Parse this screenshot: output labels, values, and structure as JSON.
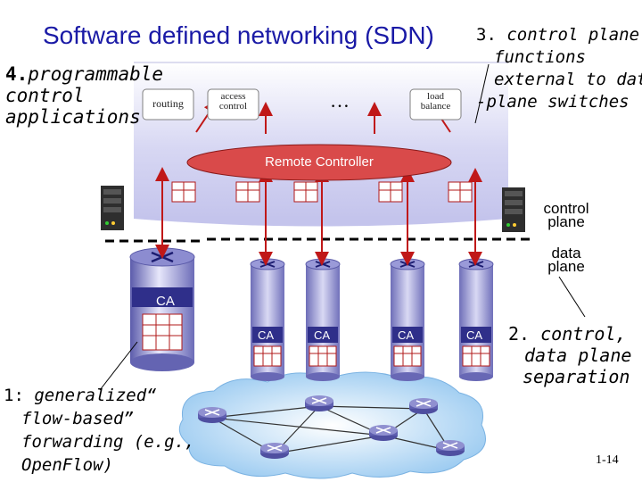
{
  "title": "Software defined networking (SDN)",
  "annotations": {
    "app_num": "4.",
    "app_text": [
      "programmable",
      "control",
      "applications"
    ],
    "ext_num": "3.",
    "ext_lines": [
      "control plane",
      "functions",
      "external to dat",
      "-plane switches"
    ],
    "sep_num": "2.",
    "sep_lines": [
      "control,",
      "data plane",
      "separation"
    ],
    "gen_num": "1:",
    "gen_lines": [
      "generalized“",
      "flow-based”",
      "forwarding (e.g.,",
      "OpenFlow)"
    ]
  },
  "apps": {
    "routing": "routing",
    "access_control": [
      "access",
      "control"
    ],
    "ellipsis": "…",
    "load_balance": [
      "load",
      "balance"
    ]
  },
  "controller": {
    "label": "Remote Controller"
  },
  "planes": {
    "control": [
      "control",
      "plane"
    ],
    "data": [
      "data",
      "plane"
    ]
  },
  "ca_label": "CA",
  "slide_number": "1-14",
  "colors": {
    "title": "#1a1aa6",
    "controller_fill": "#d94a4a",
    "arrow": "#c01818",
    "panel": "#c9c9ee",
    "network": "#a8d4f5"
  }
}
